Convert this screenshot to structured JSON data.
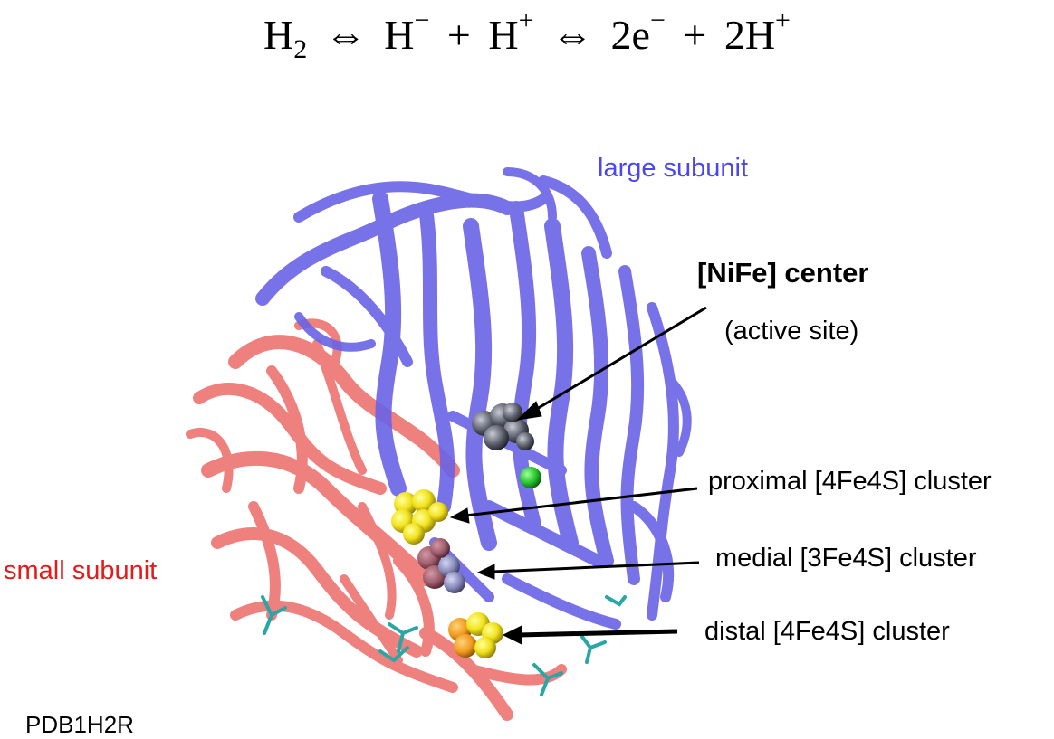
{
  "equation": {
    "h2": "H",
    "h2_sub": "2",
    "arrow1": "⇔",
    "hminus": "H",
    "hminus_sup": "−",
    "plus1": "+",
    "hplus": "H",
    "hplus_sup": "+",
    "arrow2": "⇔",
    "electrons": "2e",
    "electrons_sup": "−",
    "plus2": "+",
    "protons": "2H",
    "protons_sup": "+"
  },
  "labels": {
    "large_subunit": "large subunit",
    "small_subunit": "small subunit",
    "nife_center": "[NiFe] center",
    "active_site": "(active site)",
    "proximal": "proximal [4Fe4S] cluster",
    "medial": "medial [3Fe4S] cluster",
    "distal": "distal [4Fe4S] cluster",
    "pdb": "PDB1H2R"
  },
  "colors": {
    "large_subunit": "#6a63e6",
    "small_subunit": "#ee7b78",
    "nife": "#4a4d5a",
    "proximal_cluster": "#f1e21c",
    "medial_cluster": "#9b5a6a",
    "distal_cluster": "#f0c81c",
    "magnesium": "#22c22a",
    "side_chains": "#2aa6a6"
  }
}
